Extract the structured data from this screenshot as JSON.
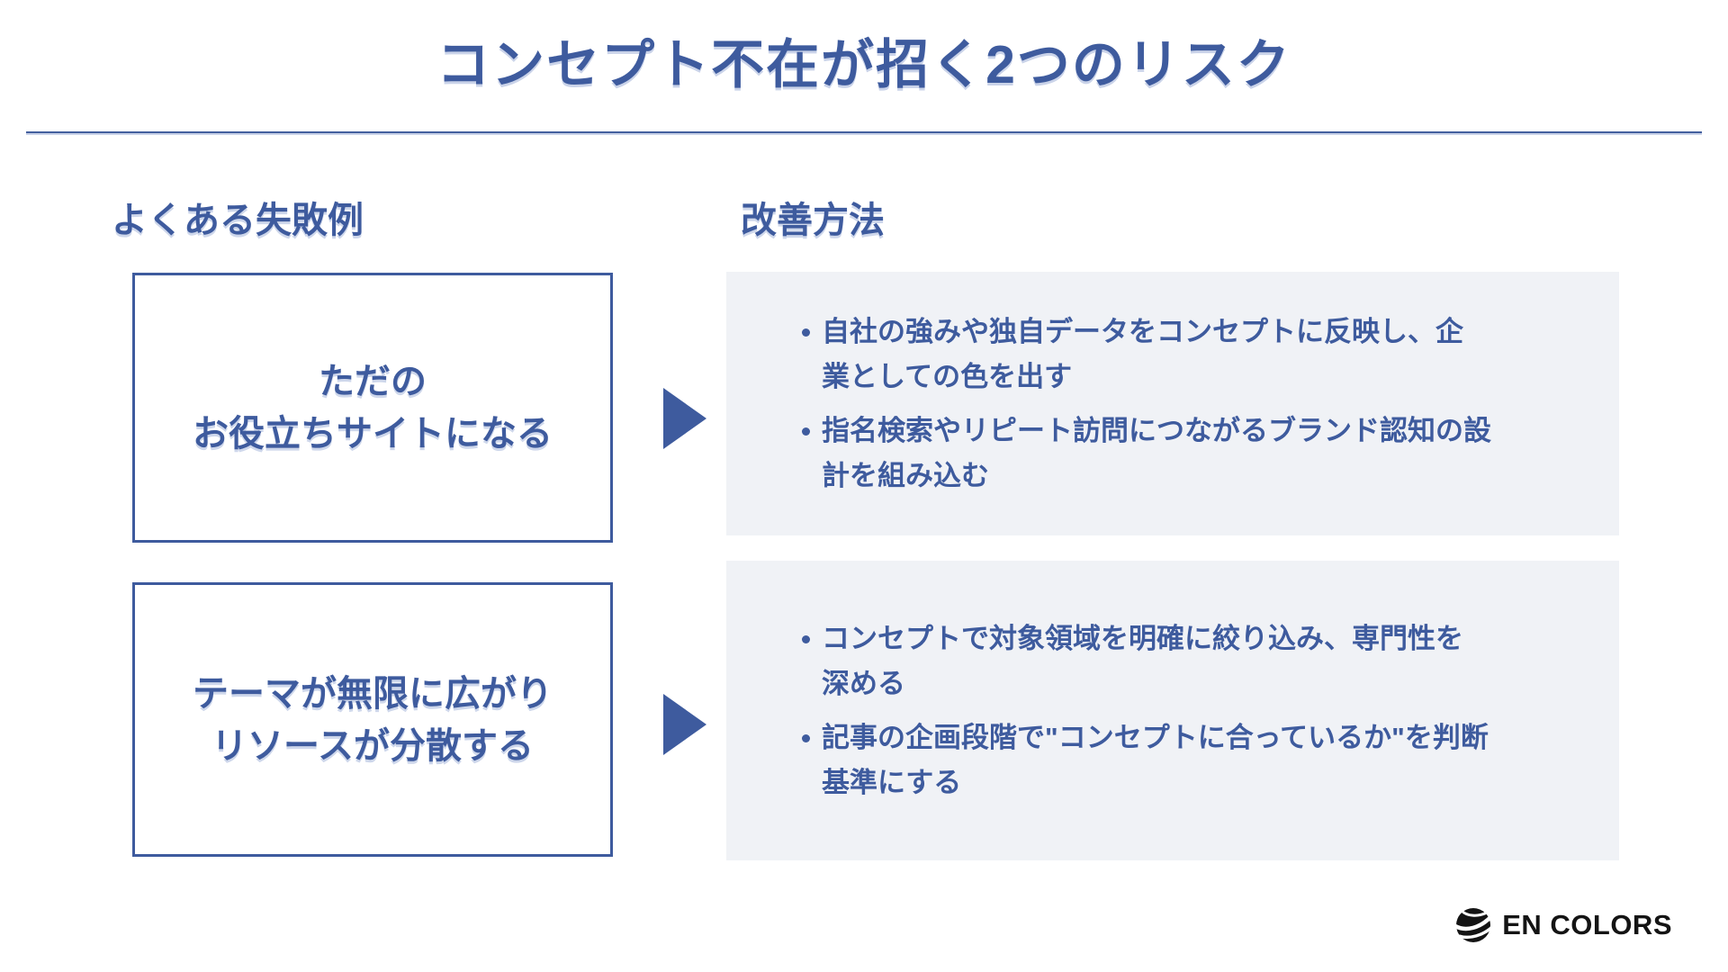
{
  "page": {
    "title": "コンセプト不在が招く2つのリスク"
  },
  "columns": {
    "left_header": "よくある失敗例",
    "right_header": "改善方法"
  },
  "rows": [
    {
      "failure": "ただの\nお役立ちサイトになる",
      "improvements": [
        "自社の強みや独自データをコンセプトに反映し、企\n業としての色を出す",
        "指名検索やリピート訪問につながるブランド認知の設\n計を組み込む"
      ]
    },
    {
      "failure": "テーマが無限に広がり\nリソースが分散する",
      "improvements": [
        "コンセプトで対象領域を明確に絞り込み、専門性を\n深める",
        "記事の企画段階で\"コンセプトに合っているか\"を判断\n基準にする"
      ]
    }
  ],
  "footer": {
    "brand": "EN COLORS",
    "logo_icon": "encolors-globe-icon"
  },
  "colors": {
    "primary_blue": "#3e5b9e",
    "divider_blue": "#44609e",
    "panel_gray": "#f0f2f6",
    "logo_black": "#141414",
    "background": "#ffffff"
  }
}
